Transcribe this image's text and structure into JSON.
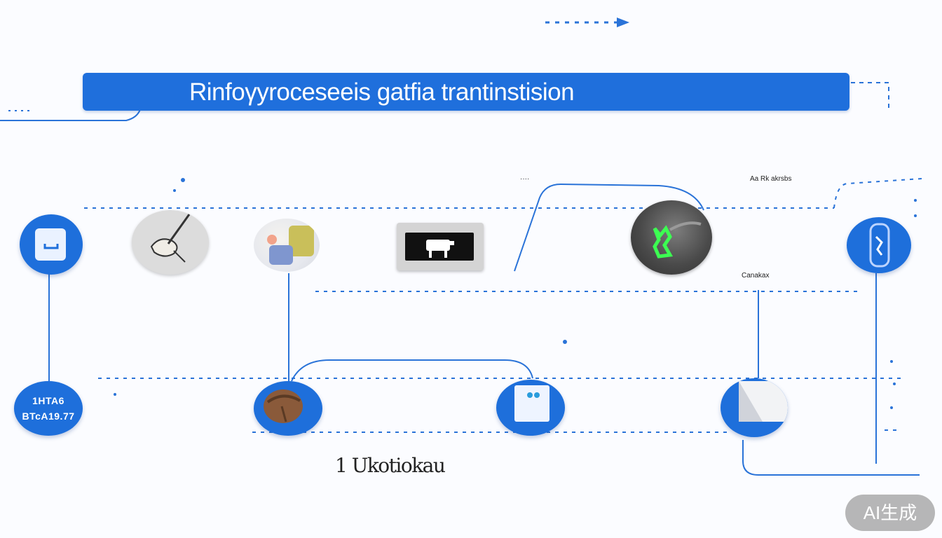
{
  "banner": {
    "title": "Rinfoγyroceseeis gatfia trantinstision"
  },
  "labels": {
    "top_center": "····",
    "top_right": "Aa Rk akrsbs",
    "right_node": "Canakax",
    "bottom_text": "1 Ukotiokau"
  },
  "nodes": {
    "bottom_left_line1": "1HTA6",
    "bottom_left_line2": "BTcA19.77"
  },
  "badge": {
    "text": "AI生成"
  },
  "colors": {
    "accent": "#1e6fdb",
    "line": "#2a73d8",
    "background": "#fbfcff"
  }
}
